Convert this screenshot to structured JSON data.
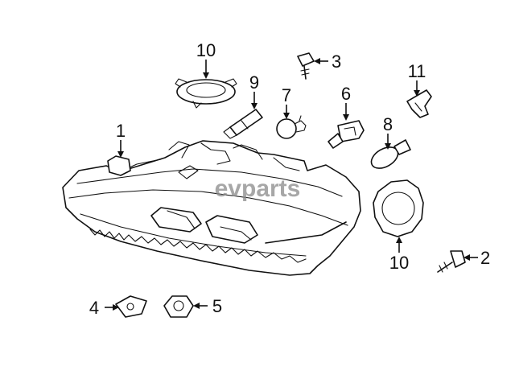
{
  "watermark": "evparts",
  "callouts": [
    {
      "id": "label-1",
      "text": "1"
    },
    {
      "id": "label-2",
      "text": "2"
    },
    {
      "id": "label-3",
      "text": "3"
    },
    {
      "id": "label-4",
      "text": "4"
    },
    {
      "id": "label-5",
      "text": "5"
    },
    {
      "id": "label-6",
      "text": "6"
    },
    {
      "id": "label-7",
      "text": "7"
    },
    {
      "id": "label-8",
      "text": "8"
    },
    {
      "id": "label-9",
      "text": "9"
    },
    {
      "id": "label-10-top",
      "text": "10"
    },
    {
      "id": "label-10-bottom",
      "text": "10"
    },
    {
      "id": "label-11",
      "text": "11"
    }
  ]
}
